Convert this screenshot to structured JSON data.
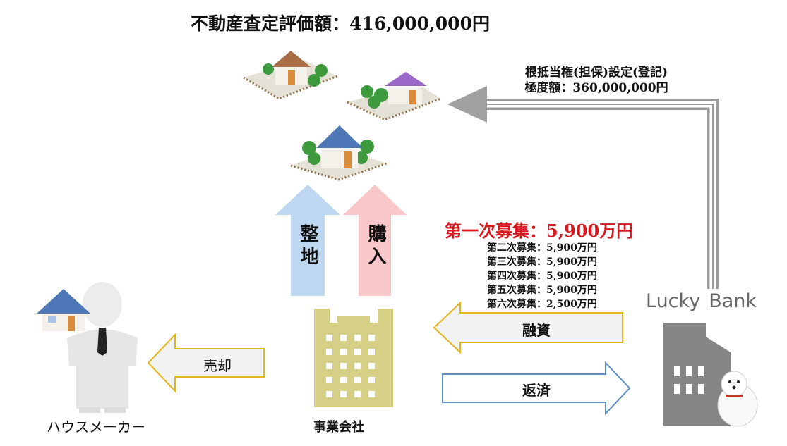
{
  "appraisal": {
    "title": "不動産査定評価額：416,000,000円"
  },
  "lien": {
    "line1": "根抵当権(担保)設定(登記)",
    "line2": "極度額：360,000,000円"
  },
  "flows": {
    "leveling": "整地",
    "purchase": "購入",
    "financing": "融資",
    "repayment": "返済",
    "sale": "売却"
  },
  "recruitment": {
    "first": "第一次募集：5,900万円",
    "others": [
      "第二次募集：5,900万円",
      "第三次募集：5,900万円",
      "第四次募集：5,900万円",
      "第五次募集：5,900万円",
      "第六次募集：2,500万円"
    ]
  },
  "actors": {
    "house_maker": "ハウスメーカー",
    "company": "事業会社",
    "bank_logo_part1": "Lucky",
    "bank_logo_part2": "Bank"
  },
  "colors": {
    "blue_arrow": "#bcd7ef",
    "pink_arrow": "#f9c6c9",
    "yellow_border": "#e3b51a",
    "blue_border": "#5d8fc4",
    "red_text": "#d8171d",
    "building_company": "#d6cf86",
    "building_bank": "#858585"
  }
}
